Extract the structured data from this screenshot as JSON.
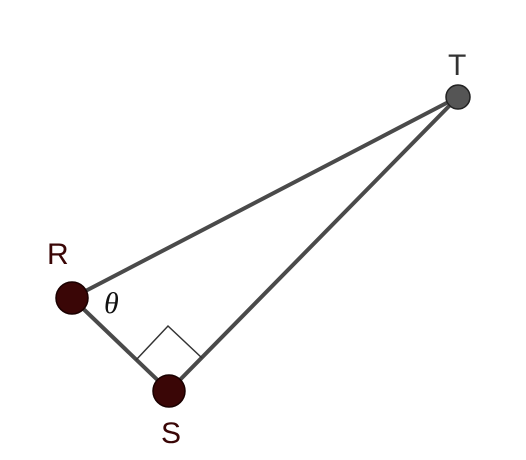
{
  "diagram": {
    "type": "right-triangle",
    "vertices": {
      "R": {
        "label": "R",
        "fill": "#3a0606"
      },
      "S": {
        "label": "S",
        "fill": "#3a0606"
      },
      "T": {
        "label": "T",
        "fill": "#555555"
      }
    },
    "angle_label": "θ",
    "right_angle_at": "S",
    "colors": {
      "edge": "#4a4a4a",
      "label_dark": "#3a0606",
      "label_gray": "#333333",
      "right_angle_marker": "#333333"
    }
  }
}
